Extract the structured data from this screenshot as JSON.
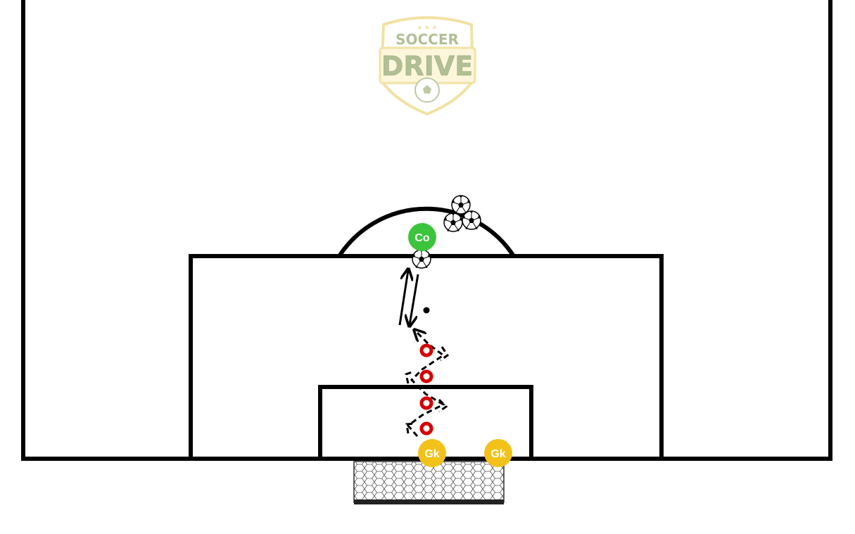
{
  "logo": {
    "line1": "SOCCER",
    "line2": "DRIVE",
    "colors": {
      "text": "#a9b98a",
      "border": "#f0df9a",
      "fill": "#ffffff"
    }
  },
  "players": {
    "coach": {
      "label": "Co",
      "color": "#3cc43c"
    },
    "goalkeeper_1": {
      "label": "Gk",
      "color": "#f2c21b"
    },
    "goalkeeper_2": {
      "label": "Gk",
      "color": "#f2c21b"
    }
  },
  "equipment": {
    "cone_color": "#d40000",
    "cone_count": 4,
    "ball_count": 4
  },
  "colors": {
    "lines": "#000000",
    "background": "#ffffff"
  }
}
